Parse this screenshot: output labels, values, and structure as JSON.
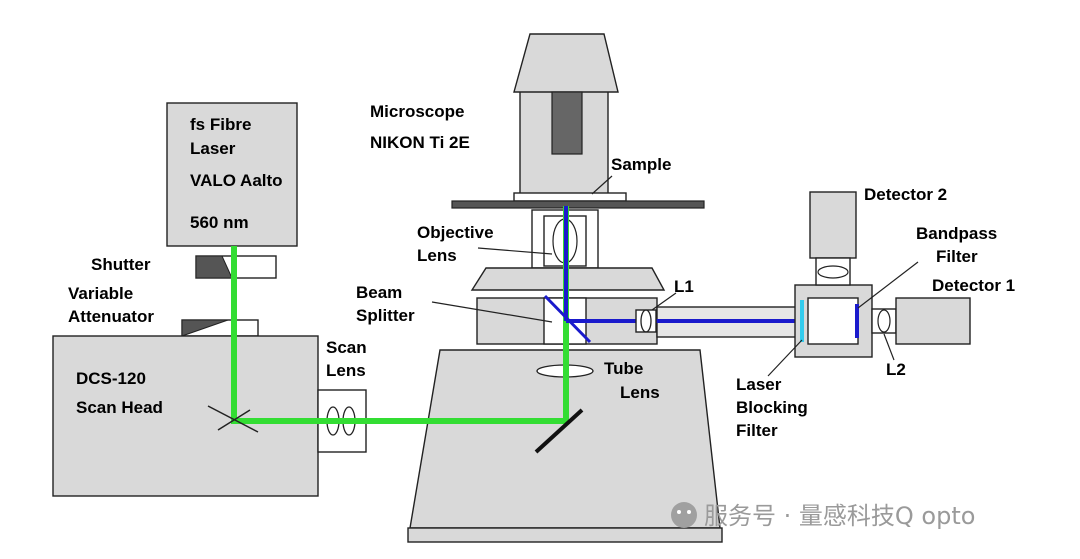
{
  "labels": {
    "laser_line1": "fs Fibre",
    "laser_line2": "Laser",
    "laser_line3": "VALO Aalto",
    "laser_wavelength": "560 nm",
    "shutter": "Shutter",
    "attenuator_line1": "Variable",
    "attenuator_line2": "Attenuator",
    "scanhead_line1": "DCS-120",
    "scanhead_line2": "Scan Head",
    "scanlens_line1": "Scan",
    "scanlens_line2": "Lens",
    "microscope_line1": "Microscope",
    "microscope_line2": "NIKON Ti 2E",
    "sample": "Sample",
    "objective_line1": "Objective",
    "objective_line2": "Lens",
    "beamsplitter_line1": "Beam",
    "beamsplitter_line2": "Splitter",
    "tubelens_line1": "Tube",
    "tubelens_line2": "Lens",
    "l1": "L1",
    "l2": "L2",
    "detector2": "Detector 2",
    "detector1": "Detector 1",
    "bandpass_line1": "Bandpass",
    "bandpass_line2": "Filter",
    "blocking_line1": "Laser",
    "blocking_line2": "Blocking",
    "blocking_line3": "Filter"
  },
  "watermark": "服务号 · 量感科技Q opto",
  "colors": {
    "excitation_beam": "#33dd33",
    "emission_beam": "#1a1acc",
    "blocking_filter": "#33ccee",
    "housing": "#d9d9d9"
  }
}
